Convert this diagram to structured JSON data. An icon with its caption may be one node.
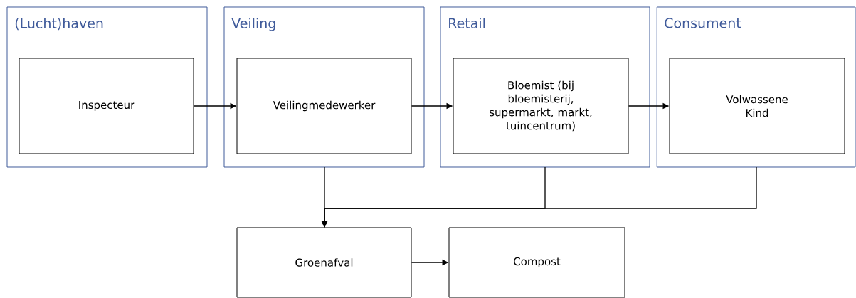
{
  "diagram": {
    "nodes": [
      {
        "text": [
          "(Lucht)haven"
        ]
      },
      {
        "text": [
          "Inspecteur"
        ],
        "in": 0
      },
      {
        "text": [
          "Veiling"
        ]
      },
      {
        "text": [
          "Veilingmedewerker"
        ],
        "in": 2
      },
      {
        "text": [
          "Retail"
        ]
      },
      {
        "text": [
          "Bloemist (bij bloemisterij, supermarkt, markt, tuincentrum)"
        ],
        "in": 4
      },
      {
        "text": [
          "Consument"
        ]
      },
      {
        "text": [
          "Volwassene",
          "Kind"
        ],
        "in": 6
      },
      {
        "text": [
          "Groenafval"
        ]
      },
      {
        "text": [
          "Compost"
        ]
      }
    ],
    "edges": [
      {
        "from": 1,
        "to": 3,
        "arrow": "to"
      },
      {
        "from": 3,
        "to": 5,
        "arrow": "to"
      },
      {
        "from": 5,
        "to": 7,
        "arrow": "to"
      },
      {
        "from": 2,
        "to": 8,
        "arrow": "to"
      },
      {
        "from": 4,
        "to": 8,
        "arrow": "to"
      },
      {
        "from": 6,
        "to": 8,
        "arrow": "to"
      },
      {
        "from": 8,
        "to": 9,
        "arrow": "to"
      }
    ]
  }
}
